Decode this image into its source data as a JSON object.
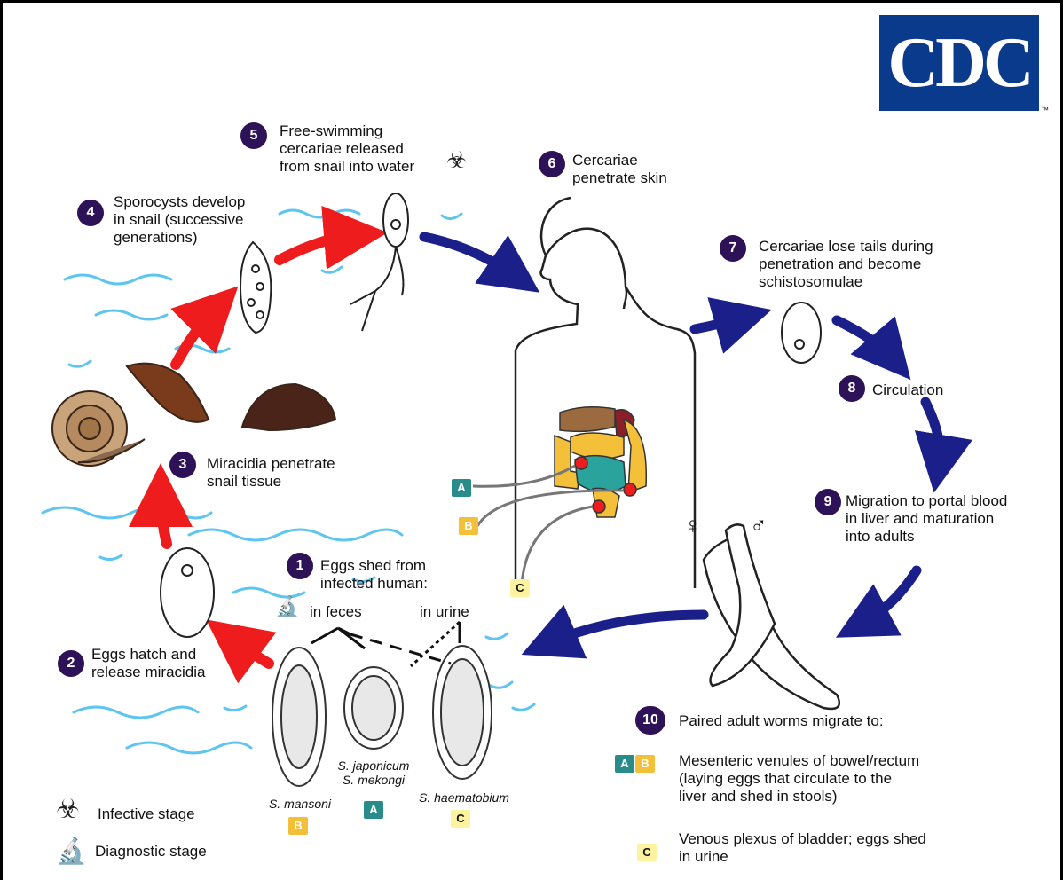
{
  "logo": {
    "text": "CDC",
    "tm": "™"
  },
  "steps": {
    "s1": {
      "num": "1",
      "text": "Eggs shed from\ninfected human:"
    },
    "s2": {
      "num": "2",
      "text": "Eggs hatch and\nrelease miracidia"
    },
    "s3": {
      "num": "3",
      "text": "Miracidia penetrate\nsnail tissue"
    },
    "s4": {
      "num": "4",
      "text": "Sporocysts develop\nin snail (successive\ngenerations)"
    },
    "s5": {
      "num": "5",
      "text": "Free-swimming\ncercariae released\nfrom snail into water"
    },
    "s6": {
      "num": "6",
      "text": "Cercariae\npenetrate skin"
    },
    "s7": {
      "num": "7",
      "text": "Cercariae lose tails during\npenetration and become\nschistosomulae"
    },
    "s8": {
      "num": "8",
      "text": "Circulation"
    },
    "s9": {
      "num": "9",
      "text": "Migration to portal blood\nin liver and maturation\ninto adults"
    },
    "s10": {
      "num": "10",
      "text": "Paired adult worms migrate to:"
    }
  },
  "feces_label": "in feces",
  "urine_label": "in urine",
  "female_symbol": "♀",
  "male_symbol": "♂",
  "species": {
    "mansoni": "S. mansoni",
    "japonicum": "S. japonicum\nS. mekongi",
    "haematobium": "S. haematobium"
  },
  "badges": {
    "A": "A",
    "B": "B",
    "C": "C"
  },
  "locations": {
    "ab": "Mesenteric venules of bowel/rectum\n(laying eggs that circulate to the\nliver and shed in stools)",
    "c": "Venous plexus of bladder; eggs shed\nin urine"
  },
  "legend": {
    "infective": "Infective stage",
    "diagnostic": "Diagnostic stage"
  },
  "colors": {
    "step_circle": "#2e1257",
    "red_arrow": "#ee1c1c",
    "blue_arrow": "#1a1f8a",
    "water": "#5ec4f0",
    "badge_a": "#2a8c8a",
    "badge_b": "#f4c03a",
    "badge_c": "#fbf3a0",
    "logo_bg": "#0a3a8c"
  }
}
